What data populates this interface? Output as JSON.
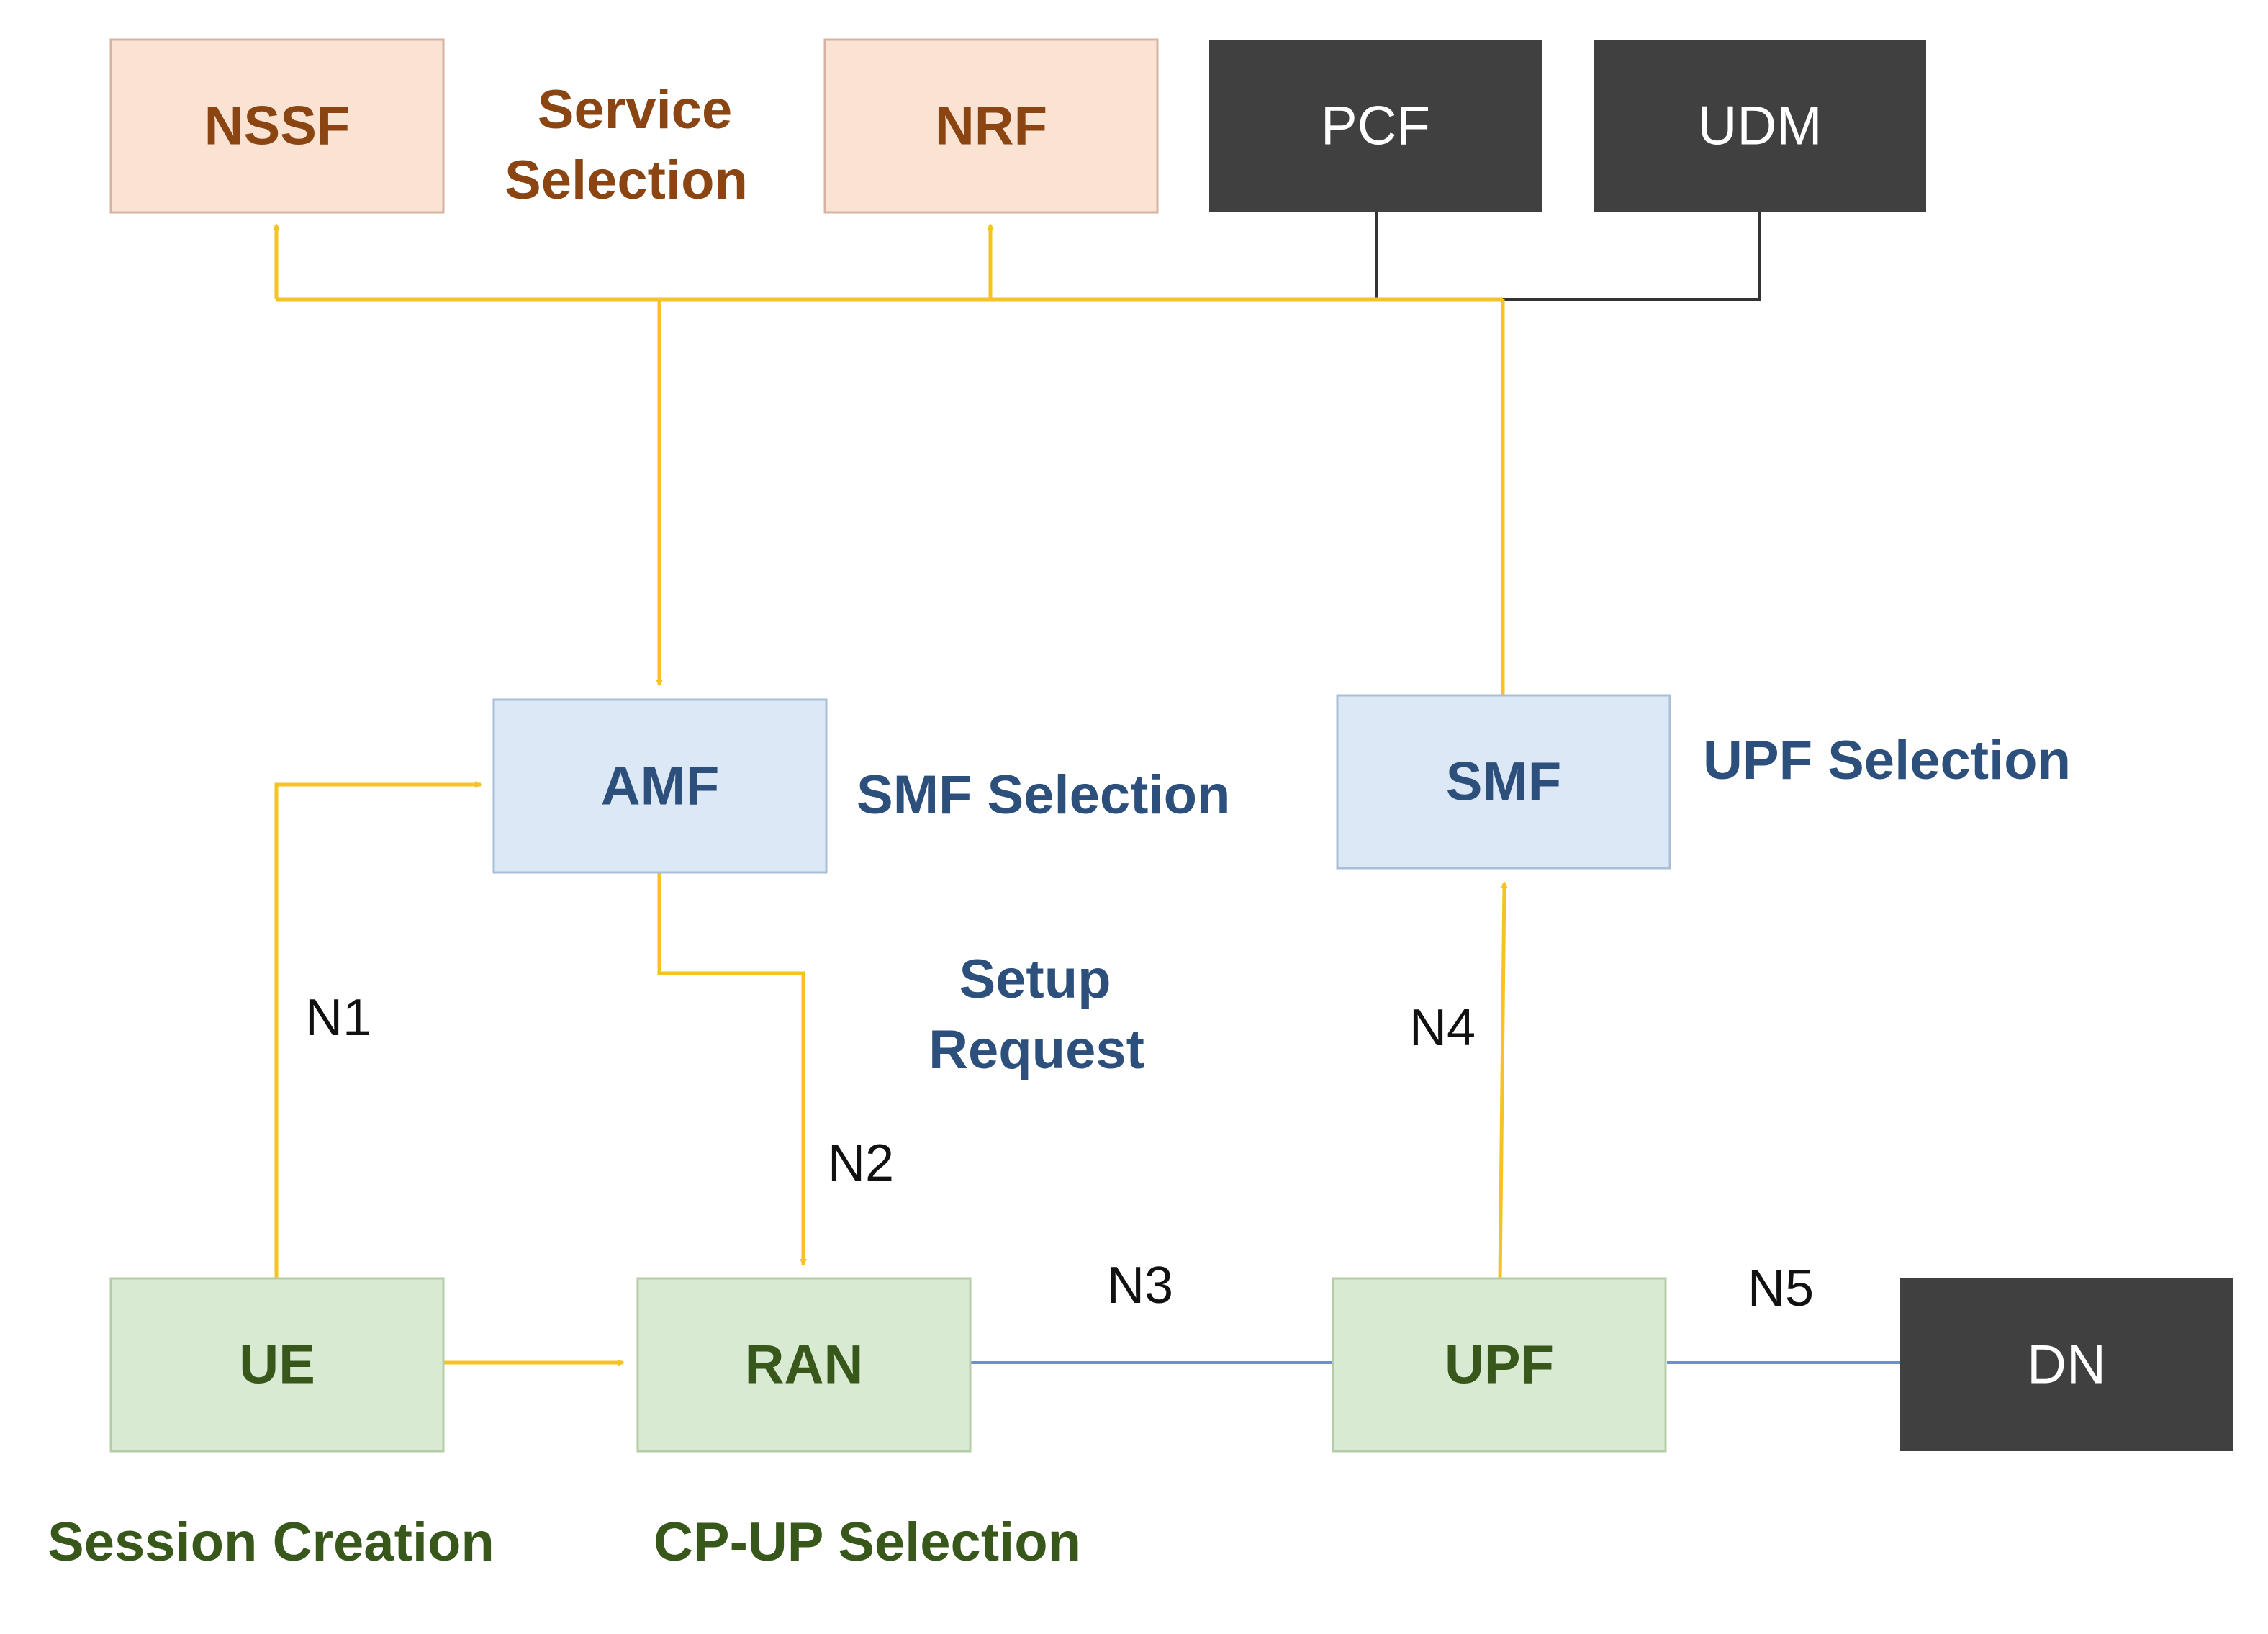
{
  "colors": {
    "background": "#ffffff",
    "orange_fill": "#fbe3d4",
    "orange_stroke": "#d6b3a1",
    "orange_text": "#8b4513",
    "blue_fill": "#dce8f5",
    "blue_stroke": "#a9bfd8",
    "blue_text": "#2c4f7c",
    "green_fill": "#d9ead3",
    "green_stroke": "#b5cca8",
    "green_text": "#38571a",
    "dark_fill": "#404040",
    "dark_text": "#ffffff",
    "connector_yellow": "#f6c324",
    "connector_black": "#333333",
    "connector_blue": "#6d8fcf",
    "interface_label": "#111111"
  },
  "nodes": {
    "nssf": "NSSF",
    "nrf": "NRF",
    "pcf": "PCF",
    "udm": "UDM",
    "amf": "AMF",
    "smf": "SMF",
    "ue": "UE",
    "ran": "RAN",
    "upf": "UPF",
    "dn": "DN"
  },
  "annotations": {
    "service_selection": [
      "Service",
      "Selection"
    ],
    "smf_selection": "SMF Selection",
    "upf_selection": "UPF Selection",
    "setup_request": [
      "Setup",
      "Request"
    ],
    "session_creation": "Session Creation",
    "cp_up_selection": "CP-UP Selection"
  },
  "interfaces": {
    "n1": "N1",
    "n2": "N2",
    "n3": "N3",
    "n4": "N4",
    "n5": "N5"
  }
}
